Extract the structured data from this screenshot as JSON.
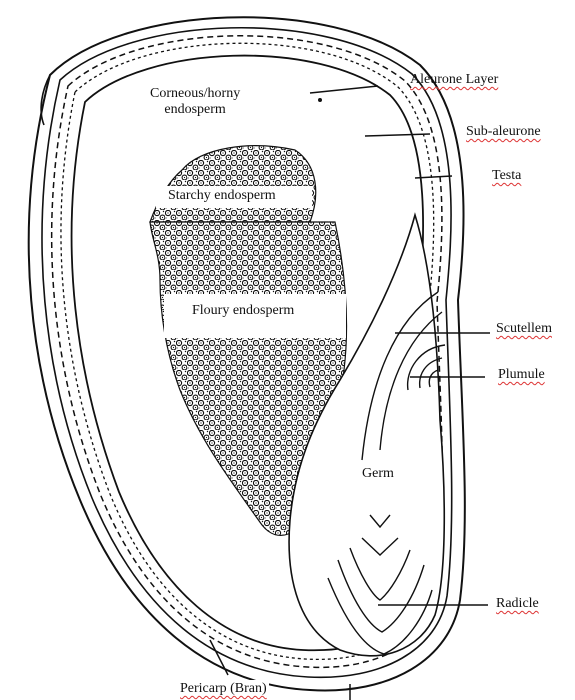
{
  "diagram": {
    "labels": {
      "corneous": "Corneous/horny\nendosperm",
      "starchy": "Starchy endosperm",
      "floury": "Floury endosperm",
      "germ": "Germ",
      "aleurone": "Aleurone  Layer",
      "sub_aleurone": "Sub-aleurone",
      "testa": "Testa",
      "scutellem": "Scutellem",
      "plumule": "Plumule",
      "radicle": "Radicle",
      "pericarp": "Pericarp (Bran)"
    }
  },
  "colors": {
    "ink": "#111111",
    "spellcheck_underline": "#d33333"
  }
}
